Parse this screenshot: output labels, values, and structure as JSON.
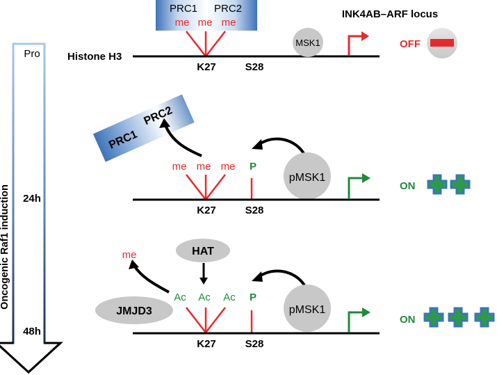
{
  "title": "INK4AB–ARF locus",
  "histone_label": "Histone H3",
  "timeline": {
    "axis_label": "Oncogenic Raf1 induction",
    "points": [
      "Pro",
      "24h",
      "48h"
    ]
  },
  "complex": {
    "prc1": "PRC1",
    "prc2": "PRC2"
  },
  "marks": {
    "methyl": "me",
    "acetyl": "Ac",
    "phospho": "P",
    "k27": "K27",
    "s28": "S28"
  },
  "kinases": {
    "msk1": "MSK1",
    "pmsk1": "pMSK1"
  },
  "enzymes": {
    "hat": "HAT",
    "jmjd3": "JMJD3"
  },
  "states": {
    "off": "OFF",
    "on": "ON",
    "panel1_plus_count": 0,
    "panel2_plus_count": 2,
    "panel3_plus_count": 3
  },
  "colors": {
    "methyl_red": "#e8282b",
    "green": "#1f8a3a",
    "prc_blue": "#3f73b8",
    "line_black": "#000000",
    "grey_ellipse": "#cfcfcf",
    "plus_blue": "#3a76b9",
    "plus_green": "#2e9a46",
    "off_bar_red": "#e8282b"
  }
}
